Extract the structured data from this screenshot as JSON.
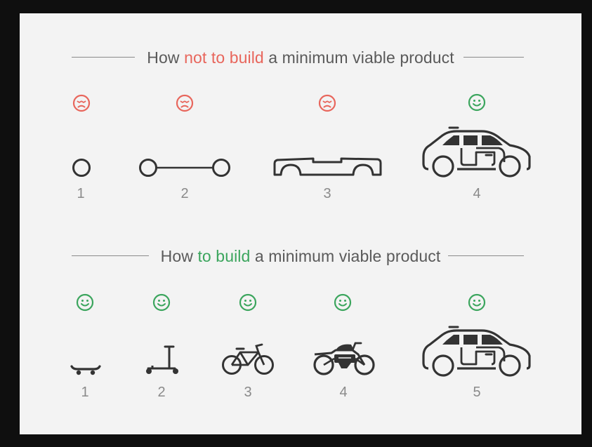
{
  "section_wrong": {
    "title_pre": "How ",
    "title_highlight": "not to build",
    "title_post": " a minimum viable product",
    "steps": [
      {
        "label": "1",
        "mood": "sad",
        "item": "wheel"
      },
      {
        "label": "2",
        "mood": "sad",
        "item": "axle"
      },
      {
        "label": "3",
        "mood": "sad",
        "item": "chassis"
      },
      {
        "label": "4",
        "mood": "happy",
        "item": "car"
      }
    ]
  },
  "section_right": {
    "title_pre": "How ",
    "title_highlight": "to build",
    "title_post": " a minimum viable product",
    "steps": [
      {
        "label": "1",
        "mood": "happy",
        "item": "skateboard"
      },
      {
        "label": "2",
        "mood": "happy",
        "item": "scooter"
      },
      {
        "label": "3",
        "mood": "happy",
        "item": "bicycle"
      },
      {
        "label": "4",
        "mood": "happy",
        "item": "motorcycle"
      },
      {
        "label": "5",
        "mood": "happy",
        "item": "car"
      }
    ]
  },
  "colors": {
    "sad": "#e8665c",
    "happy": "#3ba55d",
    "ink": "#333333",
    "text": "#5a5a5a"
  },
  "icons": {
    "sad": "sad-face-icon",
    "happy": "happy-face-icon"
  }
}
